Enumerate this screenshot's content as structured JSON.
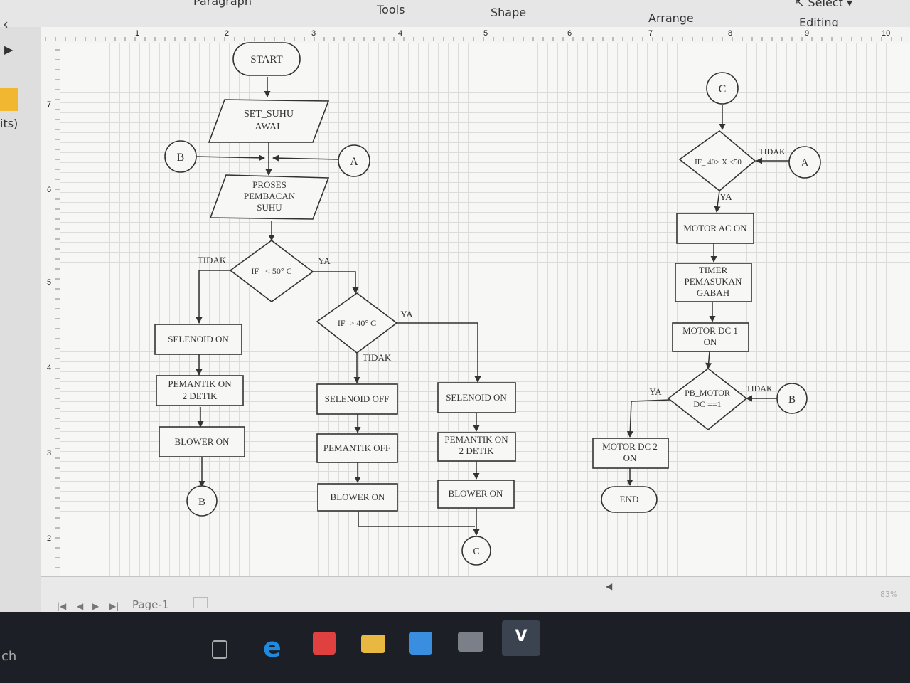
{
  "ribbon": {
    "groups": [
      "Paragraph",
      "Tools",
      "Shape",
      "Arrange",
      "Editing"
    ],
    "select_label": "Select"
  },
  "left_panel": {
    "text": "its)"
  },
  "ruler": {
    "h_ticks": [
      "1",
      "2",
      "3",
      "4",
      "5",
      "6",
      "7",
      "8",
      "9",
      "10"
    ],
    "v_ticks": [
      "7",
      "6",
      "5",
      "4",
      "3",
      "2"
    ]
  },
  "statusbar": {
    "page_tab": "Page-1",
    "zoom": "83%"
  },
  "taskbar": {
    "search_text": "ch"
  },
  "flowchart": {
    "start": "START",
    "set_suhu": [
      "SET_SUHU",
      "AWAL"
    ],
    "proses": [
      "PROSES",
      "PEMBACAN",
      "SUHU"
    ],
    "dec1": "IF_ < 50° C",
    "dec2": "IF_> 40° C",
    "dec3": "IF_ 40> X ≤50",
    "dec4": [
      "PB_MOTOR",
      "DC ==1"
    ],
    "tidak": "TIDAK",
    "ya": "YA",
    "connector_a": "A",
    "connector_b": "B",
    "connector_c": "C",
    "selenoid_on": "SELENOID ON",
    "selenoid_off": "SELENOID OFF",
    "pemantik_on": [
      "PEMANTIK ON",
      "2 DETIK"
    ],
    "pemantik_off": "PEMANTIK OFF",
    "blower_on": "BLOWER ON",
    "motor_ac_on": "MOTOR AC ON",
    "timer": [
      "TIMER",
      "PEMASUKAN",
      "GABAH"
    ],
    "motor_dc1": [
      "MOTOR DC 1",
      "ON"
    ],
    "motor_dc2": [
      "MOTOR DC 2",
      "ON"
    ],
    "end": "END"
  }
}
